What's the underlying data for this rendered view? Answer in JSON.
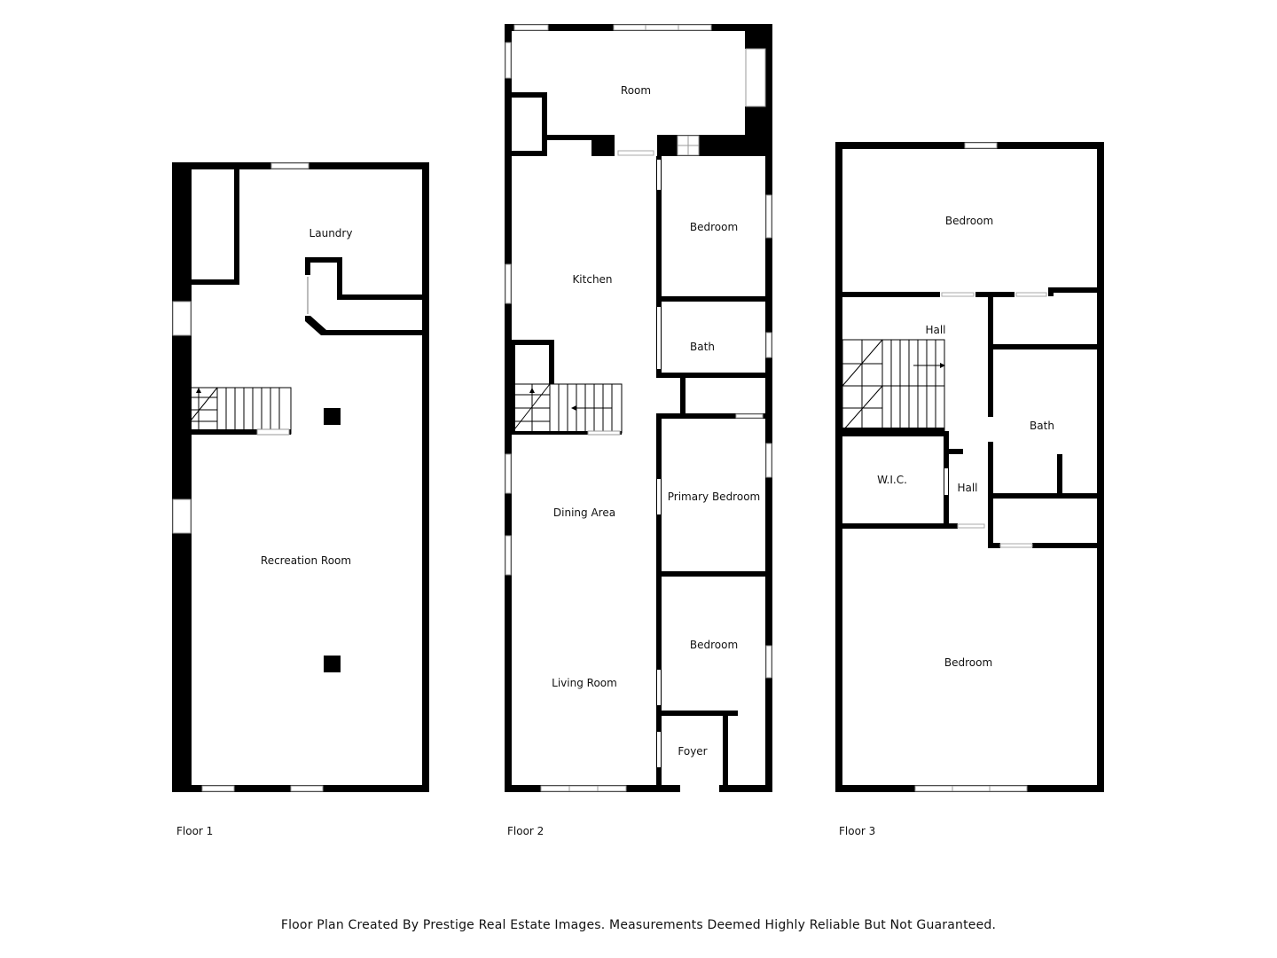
{
  "floors": [
    {
      "label": "Floor 1",
      "rooms": [
        "Laundry",
        "Recreation Room"
      ]
    },
    {
      "label": "Floor 2",
      "rooms": [
        "Room",
        "Kitchen",
        "Bedroom",
        "Bath",
        "Primary Bedroom",
        "Dining Area",
        "Bedroom",
        "Living Room",
        "Foyer"
      ]
    },
    {
      "label": "Floor 3",
      "rooms": [
        "Bedroom",
        "Hall",
        "Bath",
        "W.I.C.",
        "Hall",
        "Bedroom"
      ]
    }
  ],
  "footer": "Floor Plan Created By Prestige Real Estate Images. Measurements Deemed Highly Reliable But Not Guaranteed."
}
